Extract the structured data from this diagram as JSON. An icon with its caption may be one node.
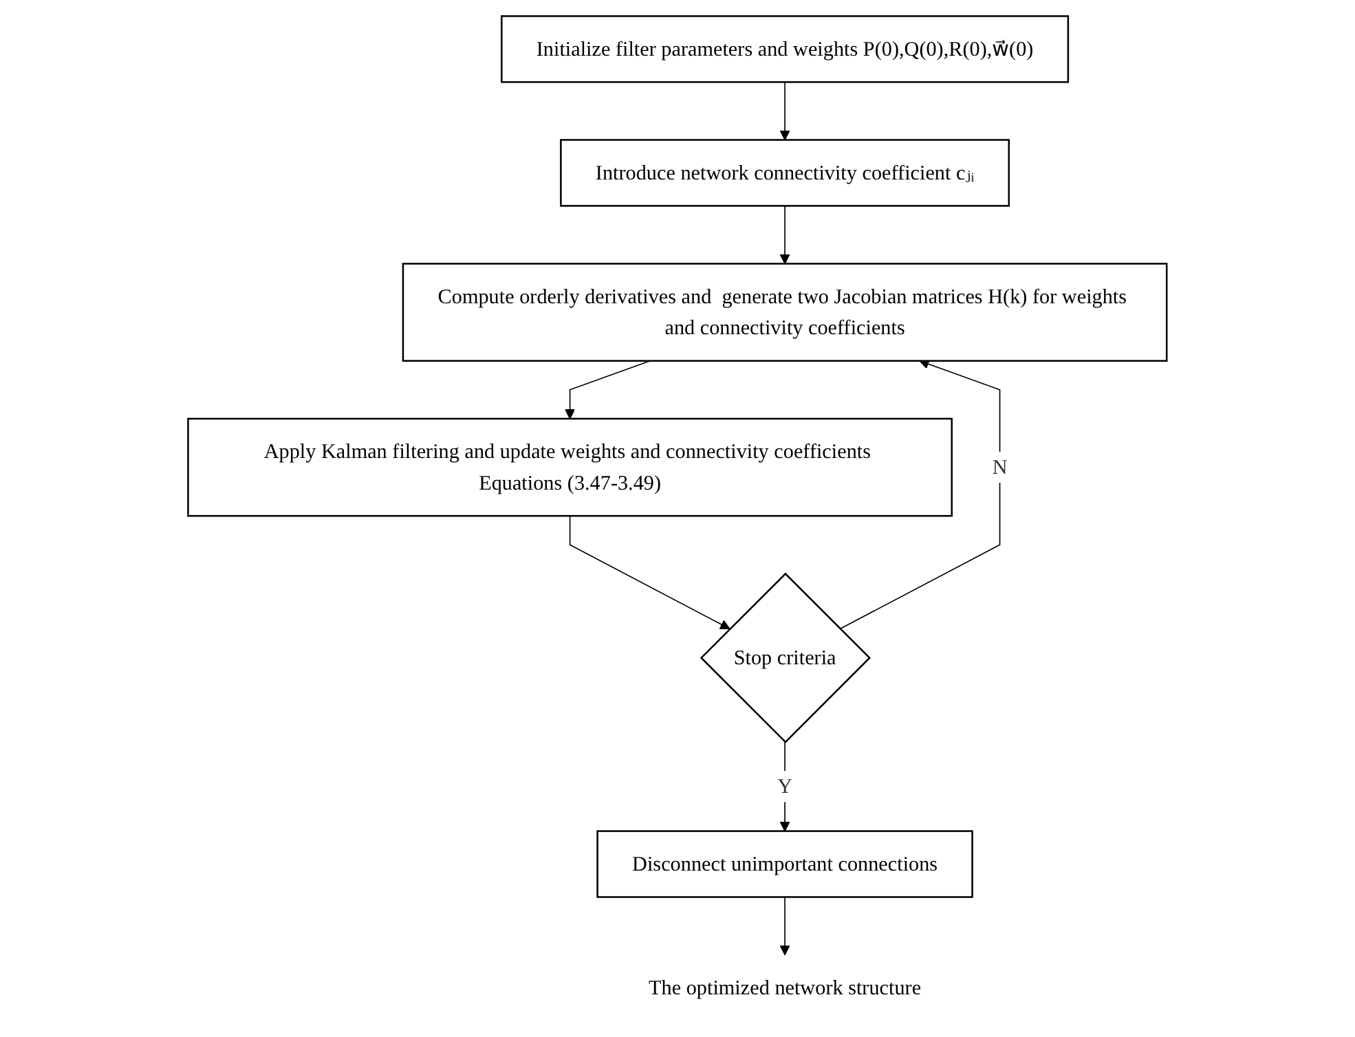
{
  "diagram": {
    "nodes": [
      {
        "text": [
          "Initialize filter parameters and weights P(0),Q(0),R(0),w⃗(0)"
        ]
      },
      {
        "text": [
          "Introduce  network connectivity coefficient cⱼᵢ"
        ]
      },
      {
        "text": [
          "Compute orderly derivatives and  generate two Jacobian matrices H(k) for weights and connectivity coefficients"
        ]
      },
      {
        "text": [
          "Apply Kalman filtering and update weights and connectivity coefficients Equations (3.47-3.49)"
        ]
      },
      {
        "text": [
          "Stop criteria"
        ]
      },
      {
        "text": [
          "Disconnect unimportant connections"
        ]
      },
      {
        "text": [
          "The optimized network structure"
        ]
      }
    ],
    "edges": [
      {
        "from": 0,
        "to": 1,
        "arrow": "to"
      },
      {
        "from": 1,
        "to": 2,
        "arrow": "to"
      },
      {
        "from": 2,
        "to": 3,
        "arrow": "to"
      },
      {
        "from": 3,
        "to": 4,
        "arrow": "to"
      },
      {
        "from": 4,
        "to": 2,
        "arrow": "to",
        "label": "N"
      },
      {
        "from": 4,
        "to": 5,
        "arrow": "to",
        "label": "Y"
      },
      {
        "from": 5,
        "to": 6,
        "arrow": "to"
      }
    ]
  }
}
